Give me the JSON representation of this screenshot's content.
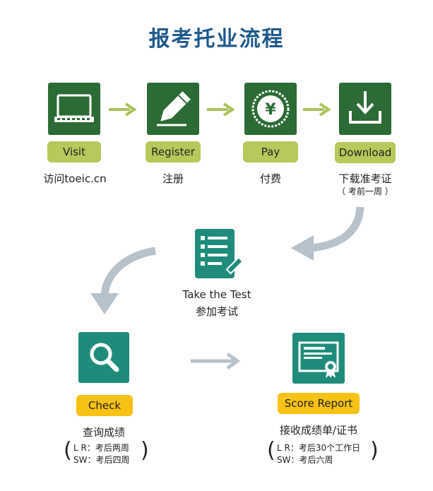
{
  "title": "报考托业流程",
  "steps": [
    {
      "label": "Visit",
      "caption": "访问toeic.cn",
      "icon": "laptop-icon"
    },
    {
      "label": "Register",
      "caption": "注册",
      "icon": "pencil-icon"
    },
    {
      "label": "Pay",
      "caption": "付费",
      "icon": "yen-coin-icon"
    },
    {
      "label": "Download",
      "caption": "下载准考证",
      "sub": "（ 考前一周 ）",
      "icon": "download-icon"
    }
  ],
  "test": {
    "label": "Take the Test",
    "caption": "参加考试",
    "icon": "checklist-icon"
  },
  "check": {
    "label": "Check",
    "caption": "查询成绩",
    "note_lr": "L R：考后两周",
    "note_sw": "SW：考后四周",
    "icon": "magnifier-icon"
  },
  "report": {
    "label": "Score Report",
    "caption": "接收成绩单/证书",
    "note_lr": "L R：考后30个工作日",
    "note_sw": "SW：考后六周",
    "icon": "certificate-icon"
  },
  "paren_open": "(",
  "paren_close": ")",
  "colors": {
    "title": "#1e5a8c",
    "tile_green": "#2c6b35",
    "tile_teal": "#1f8c7b",
    "pill_green": "#b6c95a",
    "pill_yellow": "#f7c213",
    "arrow_green": "#a9c25a",
    "arrow_gray": "#b7c2cb"
  }
}
